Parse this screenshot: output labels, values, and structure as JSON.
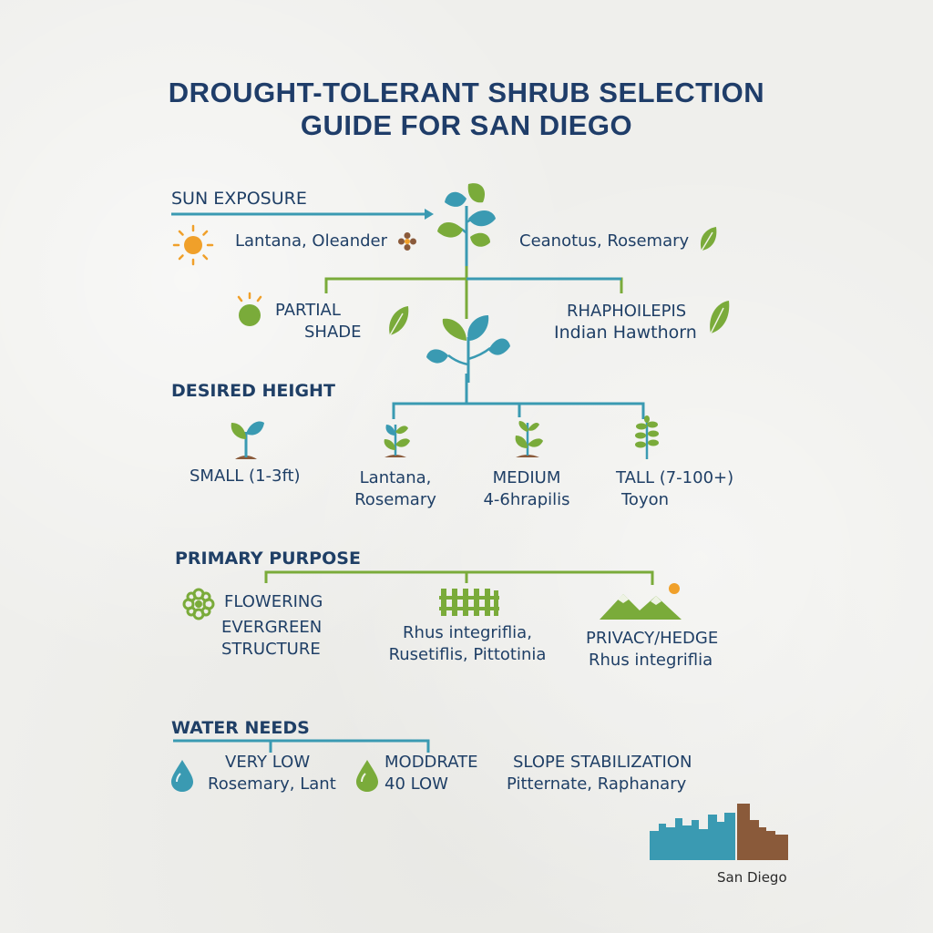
{
  "title": [
    "DROUGHT-TOLERANT SHRUB SELECTION",
    "GUIDE FOR SAN DIEGO"
  ],
  "sun": {
    "heading": "SUN EXPOSURE",
    "full_sun_plants": "Lantana, Oleander",
    "right_plants": "Ceanotus, Rosemary",
    "partial_shade": [
      "PARTIAL",
      "SHADE"
    ],
    "raphiolepis": [
      "RHAPHOILEPIS",
      "Indian Hawthorn"
    ]
  },
  "height": {
    "heading": "DESIRED HEIGHT",
    "small": "SMALL (1-3ft)",
    "lantana": [
      "Lantana,",
      "Rosemary"
    ],
    "medium": [
      "MEDIUM",
      "4-6hrapilis"
    ],
    "tall": [
      "TALL (7-100+)",
      "Toyon"
    ]
  },
  "purpose": {
    "heading": "PRIMARY PURPOSE",
    "flowering": "FLOWERING",
    "evergreen": [
      "EVERGREEN",
      "STRUCTURE"
    ],
    "rhus": [
      "Rhus integriflia,",
      "Rusetiflis, Pittotinia"
    ],
    "privacy": [
      "PRIVACY/HEDGE",
      "Rhus integriflia"
    ]
  },
  "water": {
    "heading": "WATER NEEDS",
    "very_low": [
      "VERY LOW",
      "Rosemary, Lant"
    ],
    "moderate": [
      "MODDRATE",
      "40 LOW"
    ],
    "slope": [
      "SLOPE STABILIZATION",
      "Pitternate, Raphanary"
    ]
  },
  "city_label": "San Diego",
  "colors": {
    "navy": "#1f3d69",
    "teal": "#3a9ab2",
    "green": "#7aab3a",
    "orange": "#f0a02a",
    "brown": "#8a5a3a"
  }
}
